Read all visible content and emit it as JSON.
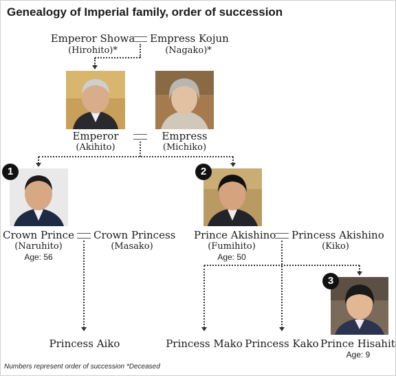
{
  "title": "Genealogy of Imperial family, order of succession",
  "footnote": "Numbers represent order of succession  *Deceased",
  "people": {
    "emperor_showa": {
      "title": "Emperor Showa",
      "name": "(Hirohito)*"
    },
    "empress_kojun": {
      "title": "Empress Kojun",
      "name": "(Nagako)*"
    },
    "emperor": {
      "title": "Emperor",
      "name": "(Akihito)"
    },
    "empress": {
      "title": "Empress",
      "name": "(Michiko)"
    },
    "crown_prince": {
      "title": "Crown Prince",
      "name": "(Naruhito)",
      "age": "Age: 56",
      "order": "1"
    },
    "crown_princess": {
      "title": "Crown Princess",
      "name": "(Masako)"
    },
    "prince_akishino": {
      "title": "Prince Akishino",
      "name": "(Fumihito)",
      "age": "Age: 50",
      "order": "2"
    },
    "princess_akishino": {
      "title": "Princess Akishino",
      "name": "(Kiko)"
    },
    "princess_aiko": {
      "title": "Princess Aiko"
    },
    "princess_mako": {
      "title": "Princess Mako"
    },
    "princess_kako": {
      "title": "Princess Kako"
    },
    "prince_hisahito": {
      "title": "Prince Hisahito",
      "age": "Age: 9",
      "order": "3"
    }
  }
}
